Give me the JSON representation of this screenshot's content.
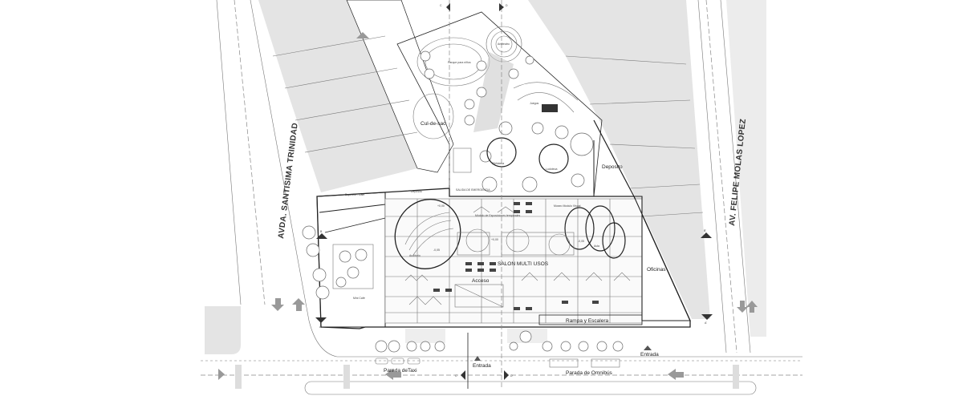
{
  "plan": {
    "streets": {
      "left": "AVDA. SANTISIMA TRINIDAD",
      "right": "AV. FELIPE  MOLAS LOPEZ"
    },
    "rooms": {
      "cul_de_sac": "Cul-de-sac",
      "deposito_top": "Deposito",
      "deposito_left": "Depósito",
      "biblioteca": "Biblioteca",
      "ludoteca": "Ludoteca",
      "auditorio": "Auditorio",
      "aula": "Aula",
      "salon": "SALON MULTI USOS",
      "acceso": "Acceso",
      "rampa": "Rampa y Escalera",
      "oficinas": "Oficinas",
      "cafe": "Mini Café",
      "parque": "Parque para niños",
      "anfiteatro": "Anfiteatro",
      "juegos": "Juegos",
      "deposito_cafe": "Depósito - Café",
      "salida": "SALIDA DE EMERGENCIA"
    },
    "modules": {
      "exposiciones": "Módulo de Exposiciones temporales",
      "museo": "Museo Modulo Visual"
    },
    "transport": {
      "taxi": "Parada deTaxi",
      "omnibus": "Parada de Omnibús",
      "entrada": "Entrada",
      "entrada_right": "Entrada"
    },
    "levels": {
      "main": "+0,00",
      "n1": "+0,00",
      "n2": "-0,05",
      "n3": "-0,05"
    },
    "sections": {
      "a": "A",
      "a_prime": "A'",
      "b": "B",
      "b_prime": "B'",
      "c": "C",
      "c_prime": "C'",
      "d": "D",
      "d_prime": "D'"
    }
  }
}
